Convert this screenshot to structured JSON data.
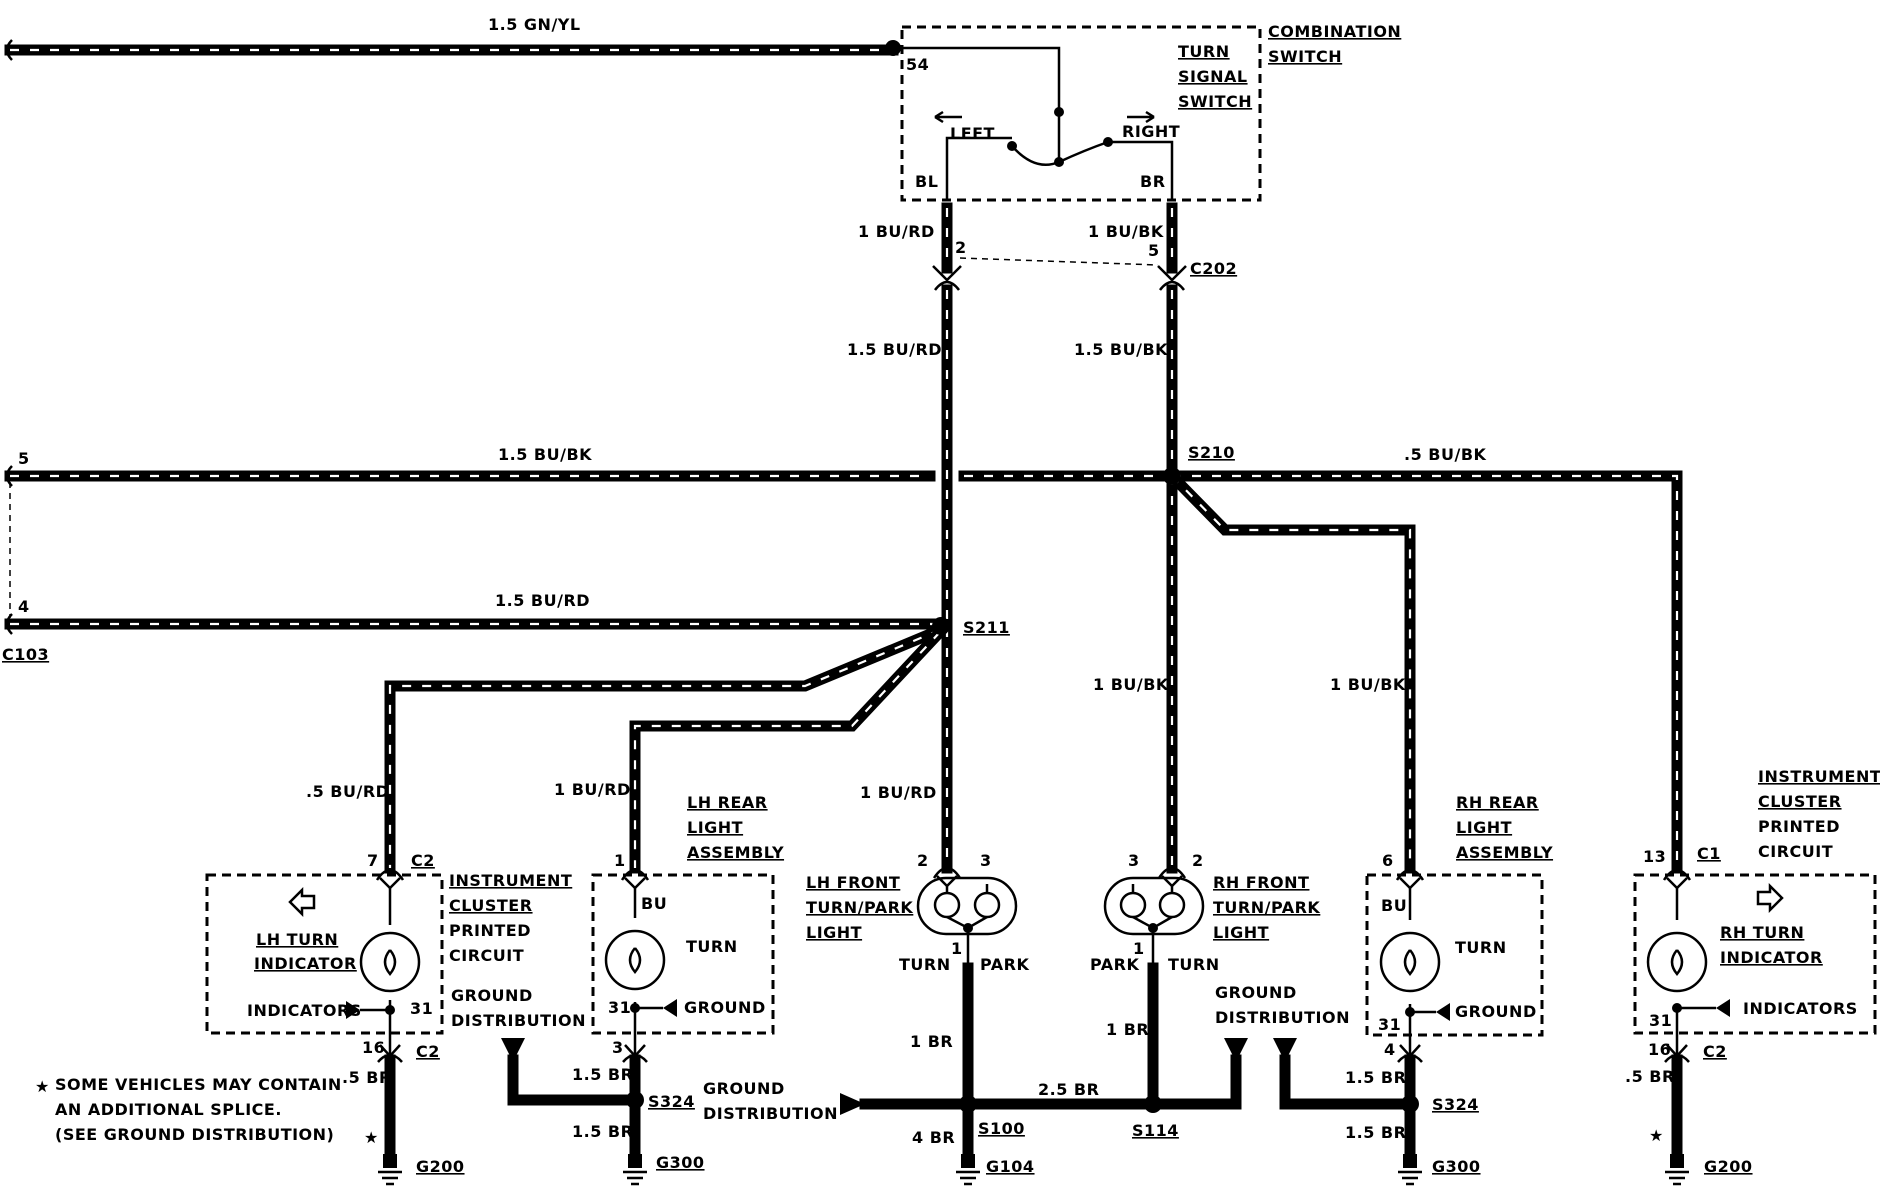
{
  "wires": {
    "top_feed": "1.5 GN/YL",
    "bl_short": "1 BU/RD",
    "br_short": "1 BU/BK",
    "bl_main": "1.5 BU/RD",
    "br_main": "1.5 BU/BK",
    "c103_5": "1.5 BU/BK",
    "s210_rh_cluster": ".5 BU/BK",
    "c103_4": "1.5 BU/RD",
    "lh_cluster": ".5 BU/RD",
    "lh_rear": "1 BU/RD",
    "lh_front": "1 BU/RD",
    "rh_front": "1 BU/BK",
    "rh_rear": "1 BU/BK",
    "lh_cluster_ground": ".5 BR",
    "lh_rear_ground_up": "1.5 BR",
    "lh_rear_ground_down": "1.5 BR",
    "lh_front_ground": "1 BR",
    "rh_front_ground": "1 BR",
    "ground_bus": "2.5 BR",
    "s100_ground": "4 BR",
    "rh_rear_ground_up": "1.5 BR",
    "rh_rear_ground_down": "1.5 BR",
    "rh_cluster_ground": ".5 BR"
  },
  "combination_switch": {
    "title_line1": "COMBINATION",
    "title_line2": "SWITCH",
    "sub_line1": "TURN",
    "sub_line2": "SIGNAL",
    "sub_line3": "SWITCH",
    "pin_54": "54",
    "left": "LEFT",
    "right": "RIGHT",
    "pin_bl": "BL",
    "pin_br": "BR"
  },
  "connectors": {
    "c202": "C202",
    "c202_pin_left": "2",
    "c202_pin_right": "5",
    "c103": "C103",
    "c103_pin5": "5",
    "c103_pin4": "4",
    "c2_top": "C2",
    "c2_bottom": "C2",
    "c1_top": "C1",
    "c2_rh_bottom": "C2"
  },
  "splices": {
    "s210": "S210",
    "s211": "S211",
    "s324_left": "S324",
    "s100": "S100",
    "s114": "S114",
    "s324_right": "S324"
  },
  "grounds": {
    "g200_left": "G200",
    "g300_left": "G300",
    "g104": "G104",
    "g300_right": "G300",
    "g200_right": "G200"
  },
  "lh_cluster": {
    "pin_top": "7",
    "pin_bottom": "16",
    "pin_31": "31",
    "label_line1": "LH TURN",
    "label_line2": "INDICATOR",
    "indicators": "INDICATORS",
    "arrow_icon": "left-arrow",
    "side_line1": "INSTRUMENT",
    "side_line2": "CLUSTER",
    "side_line3": "PRINTED",
    "side_line4": "CIRCUIT"
  },
  "lh_rear": {
    "pin_top": "1",
    "pin_bottom": "3",
    "pin_31": "31",
    "bu": "BU",
    "turn": "TURN",
    "ground": "GROUND",
    "label_line1": "LH REAR",
    "label_line2": "LIGHT",
    "label_line3": "ASSEMBLY"
  },
  "lh_front": {
    "pin_2": "2",
    "pin_3": "3",
    "pin_1": "1",
    "turn": "TURN",
    "park": "PARK",
    "label_line1": "LH FRONT",
    "label_line2": "TURN/PARK",
    "label_line3": "LIGHT"
  },
  "rh_front": {
    "pin_3": "3",
    "pin_2": "2",
    "pin_1": "1",
    "park": "PARK",
    "turn": "TURN",
    "label_line1": "RH FRONT",
    "label_line2": "TURN/PARK",
    "label_line3": "LIGHT"
  },
  "rh_rear": {
    "pin_top": "6",
    "pin_bottom": "4",
    "pin_31": "31",
    "bu": "BU",
    "turn": "TURN",
    "ground": "GROUND",
    "label_line1": "RH REAR",
    "label_line2": "LIGHT",
    "label_line3": "ASSEMBLY"
  },
  "rh_cluster": {
    "pin_top": "13",
    "pin_bottom": "16",
    "pin_31": "31",
    "label_line1": "RH TURN",
    "label_line2": "INDICATOR",
    "indicators": "INDICATORS",
    "arrow_icon": "right-arrow",
    "side_line1": "INSTRUMENT",
    "side_line2": "CLUSTER",
    "side_line3": "PRINTED",
    "side_line4": "CIRCUIT"
  },
  "ground_distribution": {
    "left_line1": "GROUND",
    "left_line2": "DISTRIBUTION",
    "center_line1": "GROUND",
    "center_line2": "DISTRIBUTION",
    "right_line1": "GROUND",
    "right_line2": "DISTRIBUTION"
  },
  "note": {
    "star": "★",
    "line1": "SOME VEHICLES MAY CONTAIN",
    "line2": "AN ADDITIONAL SPLICE.",
    "line3": "(SEE GROUND DISTRIBUTION)",
    "star_left": "★",
    "star_right": "★"
  }
}
